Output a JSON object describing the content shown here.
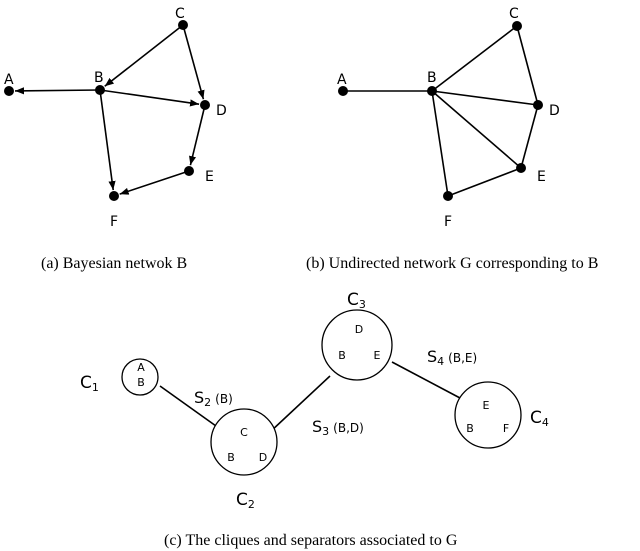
{
  "panel_a": {
    "nodes": [
      "A",
      "B",
      "C",
      "D",
      "E",
      "F"
    ],
    "edges": [
      [
        "C",
        "B"
      ],
      [
        "C",
        "D"
      ],
      [
        "B",
        "A"
      ],
      [
        "B",
        "D"
      ],
      [
        "B",
        "F"
      ],
      [
        "D",
        "E"
      ],
      [
        "E",
        "F"
      ]
    ],
    "caption": "(a) Bayesian netwok B"
  },
  "panel_b": {
    "nodes": [
      "A",
      "B",
      "C",
      "D",
      "E",
      "F"
    ],
    "edges": [
      [
        "A",
        "B"
      ],
      [
        "B",
        "C"
      ],
      [
        "C",
        "D"
      ],
      [
        "B",
        "D"
      ],
      [
        "B",
        "E"
      ],
      [
        "D",
        "E"
      ],
      [
        "B",
        "F"
      ],
      [
        "F",
        "E"
      ]
    ],
    "caption": "(b) Undirected network G corresponding to B"
  },
  "panel_c": {
    "cliques": [
      {
        "name": "C",
        "sub": "1",
        "members": [
          "A",
          "B"
        ]
      },
      {
        "name": "C",
        "sub": "2",
        "members": [
          "C",
          "B",
          "D"
        ]
      },
      {
        "name": "C",
        "sub": "3",
        "members": [
          "D",
          "B",
          "E"
        ]
      },
      {
        "name": "C",
        "sub": "4",
        "members": [
          "E",
          "B",
          "F"
        ]
      }
    ],
    "separators": [
      {
        "name": "S",
        "sub": "2",
        "set": "(B)"
      },
      {
        "name": "S",
        "sub": "3",
        "set": "(B,D)"
      },
      {
        "name": "S",
        "sub": "4",
        "set": "(B,E)"
      }
    ],
    "caption": "(c) The cliques and separators associated to G"
  }
}
